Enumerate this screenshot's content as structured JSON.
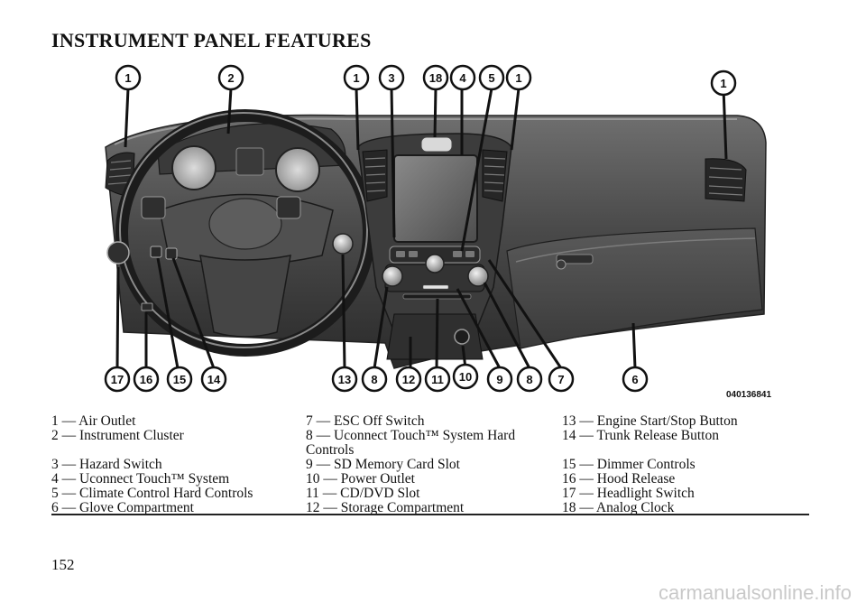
{
  "page": {
    "title": "INSTRUMENT PANEL FEATURES",
    "page_number": "152",
    "watermark": "carmanualsonline.info",
    "figure_code": "040136841"
  },
  "callouts_top": [
    "1",
    "2",
    "1",
    "3",
    "18",
    "4",
    "5",
    "1",
    "1"
  ],
  "callouts_bottom": [
    "17",
    "16",
    "15",
    "14",
    "13",
    "8",
    "12",
    "11",
    "10",
    "9",
    "8",
    "7",
    "6"
  ],
  "legend": {
    "col1": [
      "1 — Air Outlet",
      "2 — Instrument Cluster",
      "",
      "3 — Hazard Switch",
      "4 — Uconnect Touch™ System",
      "5 — Climate Control Hard Controls",
      "6 — Glove Compartment"
    ],
    "col2": [
      "7 — ESC Off Switch",
      "8 — Uconnect Touch™ System Hard Controls",
      "9 — SD Memory Card Slot",
      "10 — Power Outlet",
      "11 — CD/DVD Slot",
      "12 — Storage Compartment"
    ],
    "col3": [
      "13 — Engine Start/Stop Button",
      "14 — Trunk Release Button",
      "",
      "15 — Dimmer Controls",
      "16 — Hood Release",
      "17 — Headlight Switch",
      "18 — Analog Clock"
    ]
  }
}
